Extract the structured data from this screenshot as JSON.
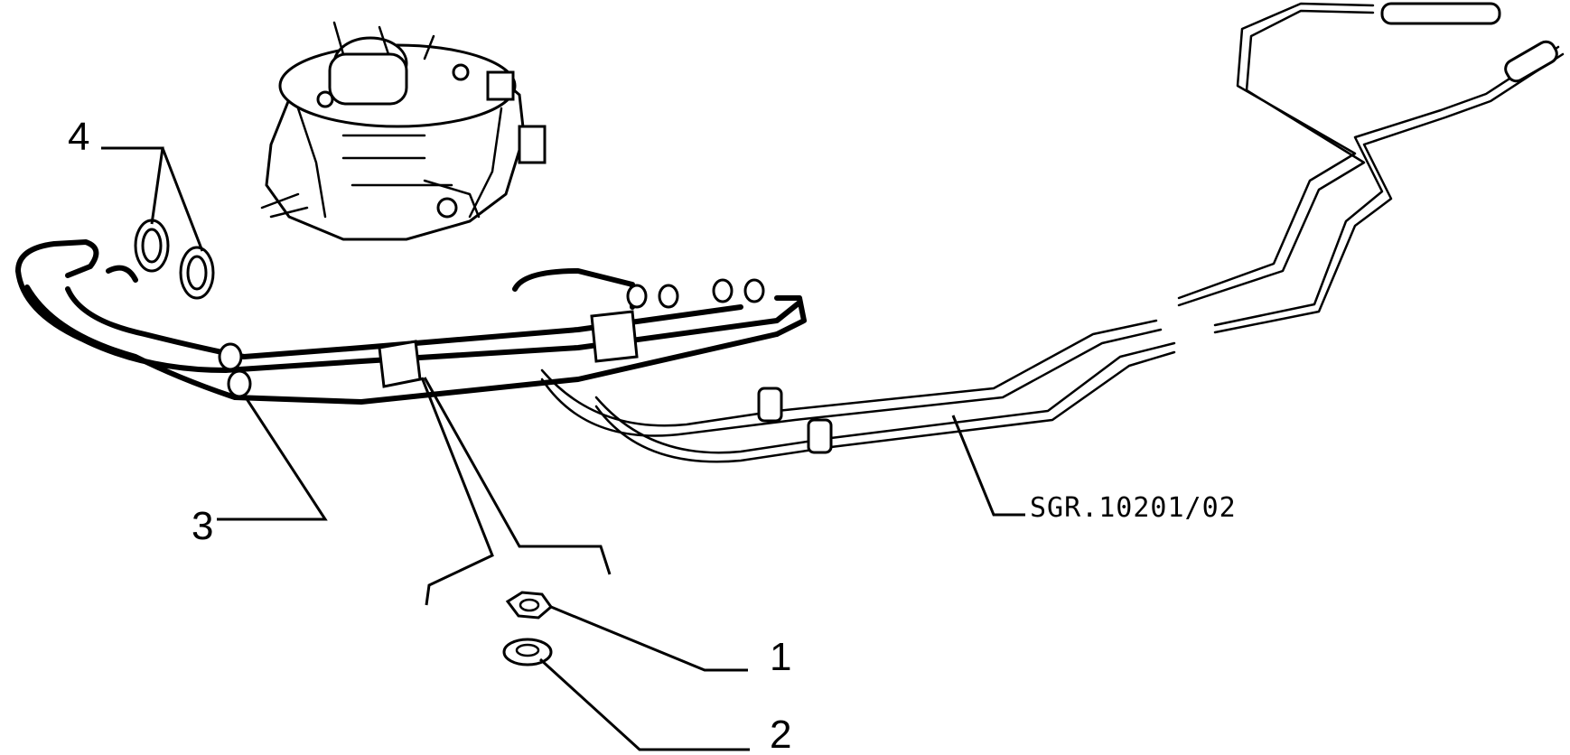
{
  "callouts": {
    "c1": "1",
    "c2": "2",
    "c3": "3",
    "c4": "4"
  },
  "reference": "SGR.10201/02"
}
